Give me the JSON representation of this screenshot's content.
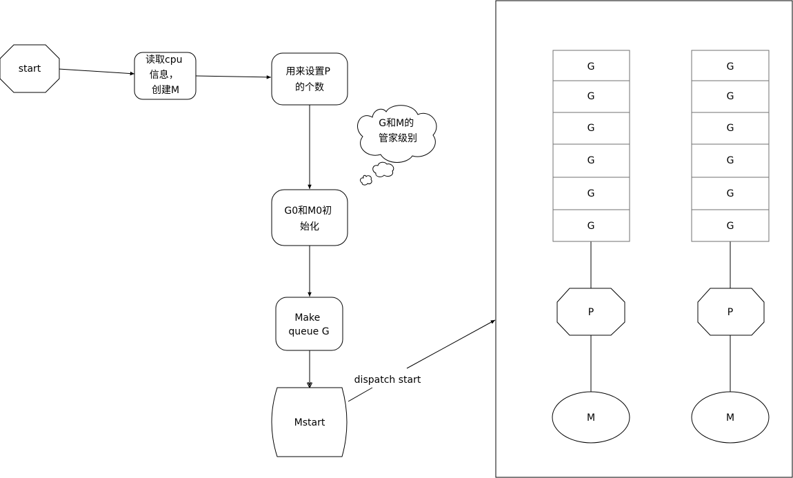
{
  "flow": {
    "start": "start",
    "read_cpu": [
      "读取cpu",
      "信息，",
      "创建M"
    ],
    "set_p": [
      "用来设置P",
      "的个数"
    ],
    "thought": [
      "G和M的",
      "管家级别"
    ],
    "init": [
      "G0和M0初",
      "始化"
    ],
    "make_queue": [
      "Make",
      "queue G"
    ],
    "mstart": "Mstart",
    "dispatch": "dispatch start"
  },
  "scheduler": {
    "columns": [
      {
        "g_cells": [
          "G",
          "G",
          "G",
          "G",
          "G",
          "G"
        ],
        "p": "P",
        "m": "M"
      },
      {
        "g_cells": [
          "G",
          "G",
          "G",
          "G",
          "G",
          "G"
        ],
        "p": "P",
        "m": "M"
      }
    ]
  }
}
